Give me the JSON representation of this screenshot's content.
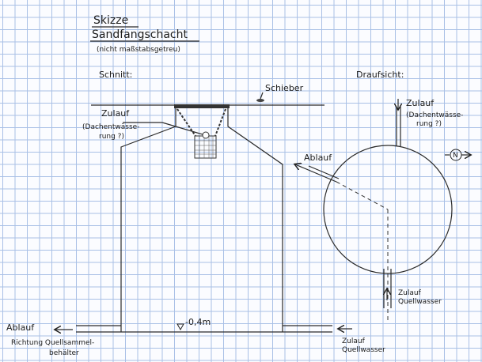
{
  "title": {
    "line1": "Skizze",
    "line2": "Sandfangschacht",
    "note": "(nicht maßstabsgetreu)"
  },
  "section": {
    "heading": "Schnitt:",
    "gate_label": "Schieber",
    "inlet_top": [
      "Zulauf",
      "(Dachentwässe-",
      "rung ?)"
    ],
    "depth_label": "-0,4m",
    "outlet": [
      "Ablauf",
      "Richtung Quellsammel-",
      "behälter"
    ],
    "inlet_bottom": [
      "Zulauf",
      "Quellwasser"
    ]
  },
  "plan": {
    "heading": "Draufsicht:",
    "inlet_top": [
      "Zulauf",
      "(Dachentwässe-",
      "rung ?)"
    ],
    "outlet_label": "Ablauf",
    "north_label": "N",
    "inlet_bottom": [
      "Zulauf",
      "Quellwasser"
    ]
  }
}
